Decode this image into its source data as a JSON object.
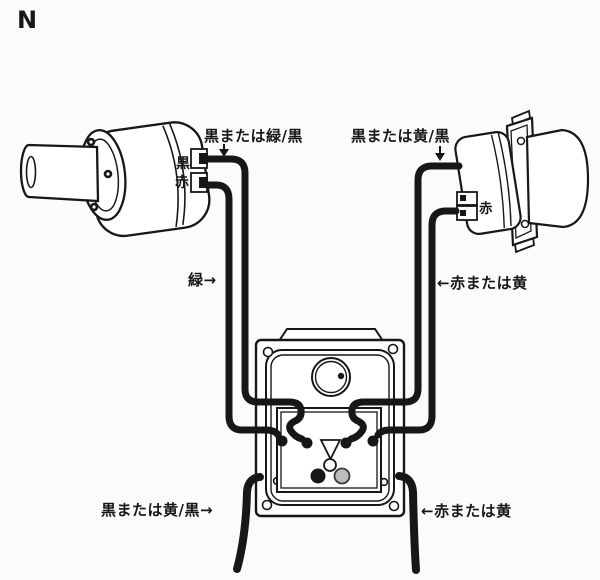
{
  "figure": {
    "index_label": "N"
  },
  "devices": {
    "left_sensor": {
      "terminal_top": "黒",
      "terminal_bottom": "赤"
    },
    "right_sensor": {
      "terminal": "赤"
    }
  },
  "wire_labels": {
    "left_top": "黒または緑/黒",
    "right_top": "黒または黄/黒",
    "left_mid": "緑→",
    "right_mid": "←赤または黄",
    "bottom_left": "黒または黄/黒→",
    "bottom_right": "←赤または黄"
  },
  "colors": {
    "ink": "#171717",
    "paper": "#fbfbf9",
    "terminal_gray": "#bdbdbd"
  }
}
